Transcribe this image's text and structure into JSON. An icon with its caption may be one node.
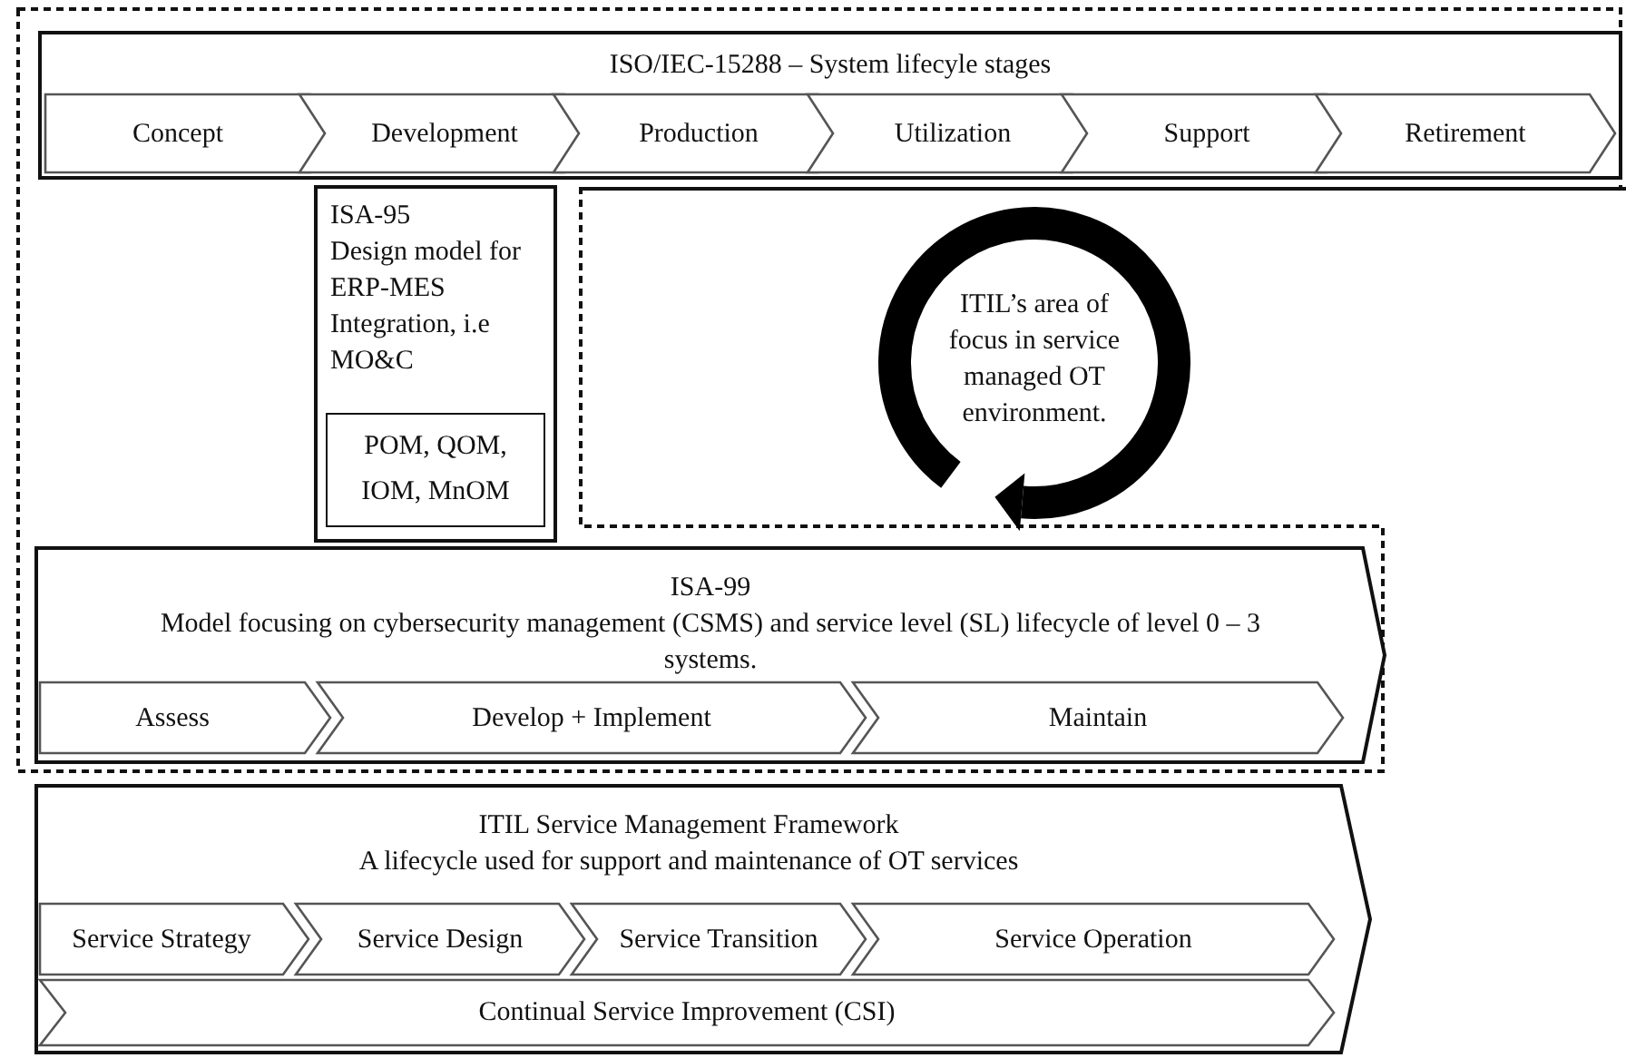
{
  "diagram": {
    "nodes": [
      {
        "text": [
          "ISO/IEC-15288 – System lifecyle stages"
        ]
      },
      {
        "text": [
          "Concept"
        ],
        "in": 0
      },
      {
        "text": [
          "Development"
        ],
        "in": 0
      },
      {
        "text": [
          "Production"
        ],
        "in": 0
      },
      {
        "text": [
          "Utilization"
        ],
        "in": 0
      },
      {
        "text": [
          "Support"
        ],
        "in": 0
      },
      {
        "text": [
          "Retirement"
        ],
        "in": 0
      },
      {
        "text": [
          "ISA-95",
          "Design model for ERP-MES Integration, i.e MO&C"
        ]
      },
      {
        "text": [
          "POM, QOM, IOM, MnOM"
        ],
        "in": 7
      },
      {
        "text": [
          "ITIL’s area of focus in service managed OT environment."
        ]
      },
      {
        "text": [
          "ISA-99",
          "Model focusing on cybersecurity management (CSMS) and service level (SL) lifecycle of level 0 – 3 systems."
        ]
      },
      {
        "text": [
          "Assess"
        ],
        "in": 10
      },
      {
        "text": [
          "Develop + Implement"
        ],
        "in": 10
      },
      {
        "text": [
          "Maintain"
        ],
        "in": 10
      },
      {
        "text": [
          "ITIL Service Management Framework",
          "A lifecycle used for support and maintenance of OT services"
        ]
      },
      {
        "text": [
          "Service Strategy"
        ],
        "in": 14
      },
      {
        "text": [
          "Service Design"
        ],
        "in": 14
      },
      {
        "text": [
          "Service Transition"
        ],
        "in": 14
      },
      {
        "text": [
          "Service Operation"
        ],
        "in": 14
      },
      {
        "text": [
          "Continual Service Improvement (CSI)"
        ],
        "in": 14
      }
    ]
  }
}
